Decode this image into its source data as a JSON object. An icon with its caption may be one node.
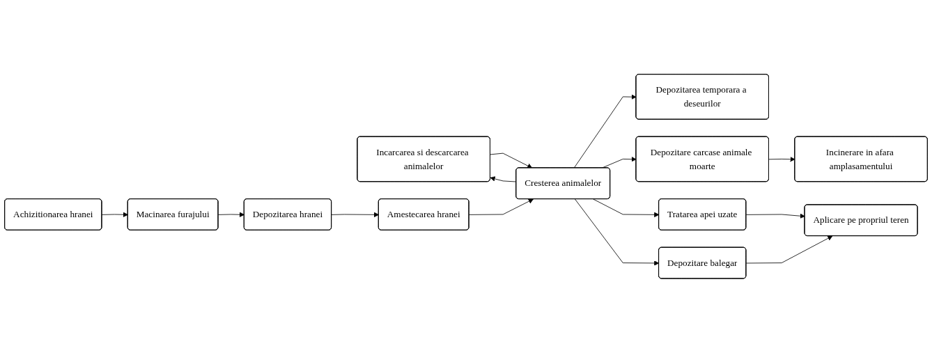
{
  "diagram": {
    "nodes": [
      {
        "text": [
          "Depozitarea temporara a deseurilor"
        ]
      },
      {
        "text": [
          "Incarcarea si descarcarea animalelor"
        ]
      },
      {
        "text": [
          "Cresterea animalelor"
        ]
      },
      {
        "text": [
          "Depozitare carcase animale moarte"
        ]
      },
      {
        "text": [
          "Incinerare in afara amplasamentului"
        ]
      },
      {
        "text": [
          "Macinarea furajului"
        ]
      },
      {
        "text": [
          "Depozitarea hranei"
        ]
      },
      {
        "text": [
          "Amestecarea hranei"
        ]
      },
      {
        "text": [
          "Tratarea apei uzate"
        ]
      },
      {
        "text": [
          "Depozitare balegar"
        ]
      },
      {
        "text": [
          "Achizitionarea hranei"
        ]
      },
      {
        "text": [
          "Aplicare pe propriul teren"
        ]
      }
    ],
    "edges": [
      {
        "from": 1,
        "to": 2,
        "arrow": "to"
      },
      {
        "from": 2,
        "to": 1,
        "arrow": "to"
      },
      {
        "from": 2,
        "to": 0,
        "arrow": "to"
      },
      {
        "from": 2,
        "to": 3,
        "arrow": "to"
      },
      {
        "from": 3,
        "to": 4,
        "arrow": "to"
      },
      {
        "from": 10,
        "to": 5,
        "arrow": "to"
      },
      {
        "from": 5,
        "to": 6,
        "arrow": "to"
      },
      {
        "from": 6,
        "to": 7,
        "arrow": "to"
      },
      {
        "from": 7,
        "to": 2,
        "arrow": "to"
      },
      {
        "from": 2,
        "to": 8,
        "arrow": "to"
      },
      {
        "from": 2,
        "to": 9,
        "arrow": "to"
      },
      {
        "from": 8,
        "to": 11,
        "arrow": "to"
      },
      {
        "from": 9,
        "to": 11,
        "arrow": "to"
      }
    ]
  }
}
